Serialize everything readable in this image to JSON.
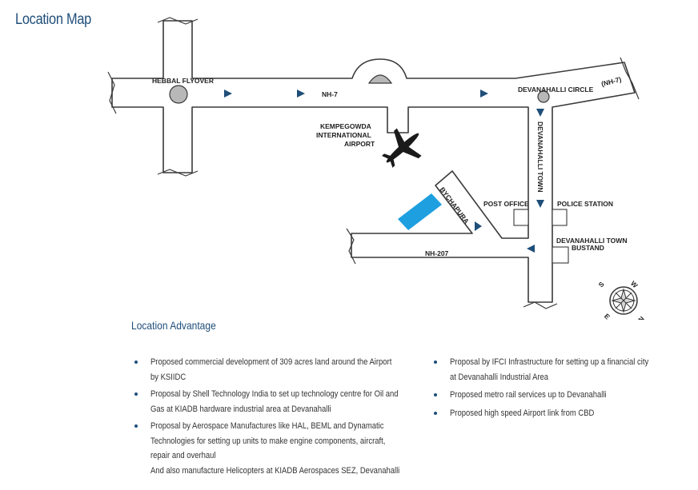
{
  "title": "Location Map",
  "map": {
    "labels": {
      "hebbal": "HEBBAL FLYOVER",
      "nh7": "NH-7",
      "nh7_paren": "(NH-7)",
      "devanahalli_circle": "DEVANAHALLI CIRCLE",
      "airport_line1": "KEMPEGOWDA",
      "airport_line2": "INTERNATIONAL",
      "airport_line3": "AIRPORT",
      "devanahalli_town": "DEVANAHALLI TOWN",
      "bychapura": "BYCHAPURA",
      "post_office": "POST OFFICE",
      "police_station": "POLICE STATION",
      "bustand_line1": "DEVANAHALLI TOWN",
      "bustand_line2": "BUSTAND",
      "nh207": "NH-207"
    },
    "compass": {
      "s": "S",
      "w": "W",
      "e": "E",
      "n": "N"
    },
    "colors": {
      "road_stroke": "#3a3a3a",
      "arrow": "#1f4e79",
      "project": "#1e9fe0",
      "title": "#1f4e79"
    }
  },
  "advantage": {
    "title": "Location Advantage",
    "left": [
      {
        "l1": "Proposed commercial development of 309 acres land around the Airport",
        "l2": "by KSIIDC"
      },
      {
        "l1": "Proposal by Shell Technology India to set up technology centre for Oil and",
        "l2": "Gas at KIADB hardware industrial area at Devanahalli"
      },
      {
        "l1": "Proposal by Aerospace Manufactures like HAL, BEML and Dynamatic",
        "l2": "Technologies for setting up units to make engine components, aircraft,",
        "l3": "repair and overhaul"
      }
    ],
    "left_extra": "And also manufacture Helicopters at KIADB Aerospaces SEZ, Devanahalli",
    "right": [
      {
        "l1": "Proposal by IFCI Infrastructure for setting up a financial city",
        "l2": "at Devanahalli Industrial Area"
      },
      {
        "l1": "Proposed metro rail services up to Devanahalli"
      },
      {
        "l1": "Proposed high speed Airport link from CBD"
      }
    ]
  }
}
